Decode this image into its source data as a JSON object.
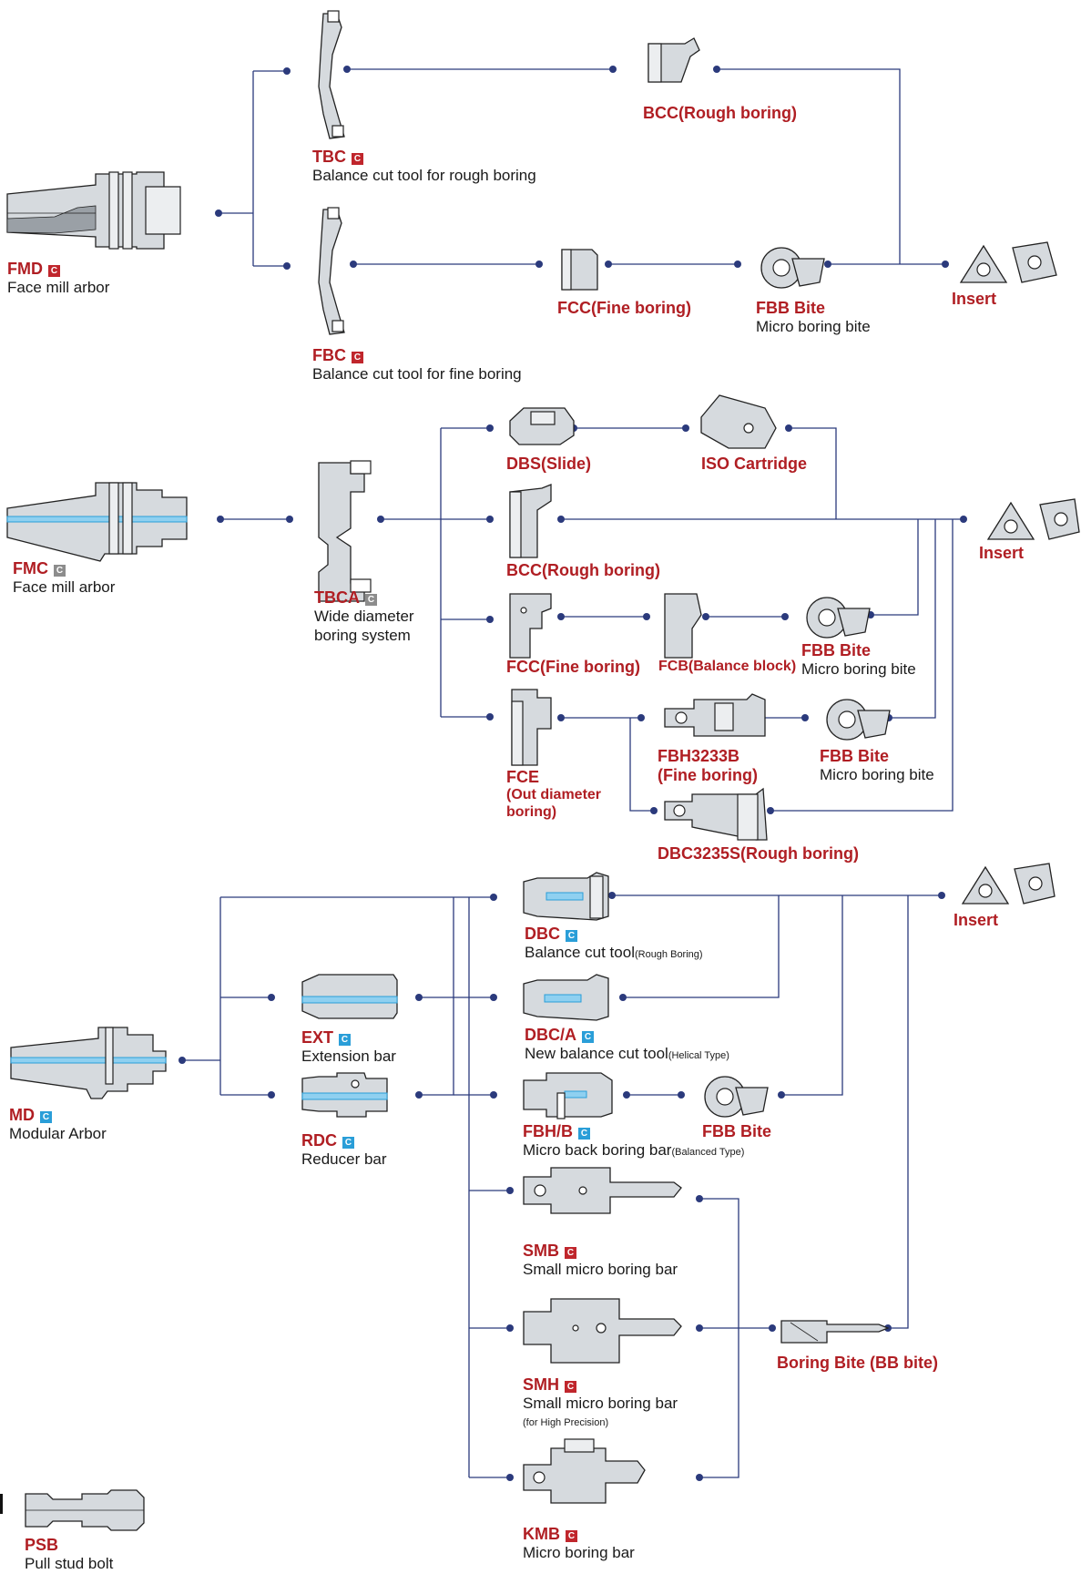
{
  "colors": {
    "label_red": "#b01e23",
    "connector_navy": "#2b3a7c",
    "badge_red": "#c0262c",
    "badge_gray": "#8c8c8c",
    "badge_blue": "#2a9ed8",
    "coolant_blue": "#8fd0f0"
  },
  "badge_letter": "C",
  "section1": {
    "fmd": {
      "code": "FMD",
      "desc": "Face mill arbor"
    },
    "tbc": {
      "code": "TBC",
      "desc": "Balance cut tool for rough boring"
    },
    "fbc": {
      "code": "FBC",
      "desc": "Balance cut tool for fine boring"
    },
    "bcc": {
      "code": "BCC(Rough boring)"
    },
    "fcc": {
      "code": "FCC(Fine boring)"
    },
    "fbb": {
      "code": "FBB Bite",
      "desc": "Micro boring bite"
    },
    "insert": {
      "code": "Insert"
    }
  },
  "section2": {
    "fmc": {
      "code": "FMC",
      "desc": "Face mill arbor"
    },
    "tbca": {
      "code": "TBCA",
      "desc_line1": "Wide diameter",
      "desc_line2": "boring system"
    },
    "dbs": {
      "code": "DBS(Slide)"
    },
    "iso": {
      "code": "ISO Cartridge"
    },
    "bcc": {
      "code": "BCC(Rough boring)"
    },
    "fcc": {
      "code": "FCC(Fine boring)"
    },
    "fcb": {
      "code": "FCB(Balance block)"
    },
    "fbb1": {
      "code": "FBB Bite",
      "desc": "Micro boring bite"
    },
    "fce": {
      "code": "FCE",
      "line2": "(Out diameter",
      "line3": "boring)"
    },
    "fbh3233b": {
      "code": "FBH3233B",
      "line2": "(Fine boring)"
    },
    "fbb2": {
      "code": "FBB Bite",
      "desc": "Micro boring bite"
    },
    "dbc3235s": {
      "code": "DBC3235S(Rough boring)"
    },
    "insert": {
      "code": "Insert"
    }
  },
  "section3": {
    "md": {
      "code": "MD",
      "desc": "Modular Arbor"
    },
    "ext": {
      "code": "EXT",
      "desc": "Extension bar"
    },
    "rdc": {
      "code": "RDC",
      "desc": "Reducer bar"
    },
    "dbc": {
      "code": "DBC",
      "desc": "Balance cut tool",
      "desc_small": "(Rough Boring)"
    },
    "dbca": {
      "code": "DBC/A",
      "desc": "New balance cut tool",
      "desc_small": "(Helical Type)"
    },
    "fbhb": {
      "code": "FBH/B",
      "desc": "Micro back boring bar",
      "desc_small": "(Balanced Type)"
    },
    "fbb": {
      "code": "FBB Bite"
    },
    "smb": {
      "code": "SMB",
      "desc": "Small micro boring bar"
    },
    "smh": {
      "code": "SMH",
      "desc": "Small micro boring bar",
      "desc_small": "(for High Precision)"
    },
    "kmb": {
      "code": "KMB",
      "desc": "Micro boring bar"
    },
    "bb": {
      "code": "Boring Bite (BB bite)"
    },
    "insert": {
      "code": "Insert"
    }
  },
  "psb": {
    "code": "PSB",
    "desc": "Pull stud bolt"
  },
  "icons": [
    "face-mill-arbor-icon",
    "balance-cut-tool-icon",
    "cartridge-icon",
    "micro-boring-bite-icon",
    "insert-icon",
    "slide-icon",
    "modular-arbor-icon",
    "extension-bar-icon",
    "reducer-bar-icon",
    "boring-bar-icon",
    "pull-stud-bolt-icon"
  ]
}
